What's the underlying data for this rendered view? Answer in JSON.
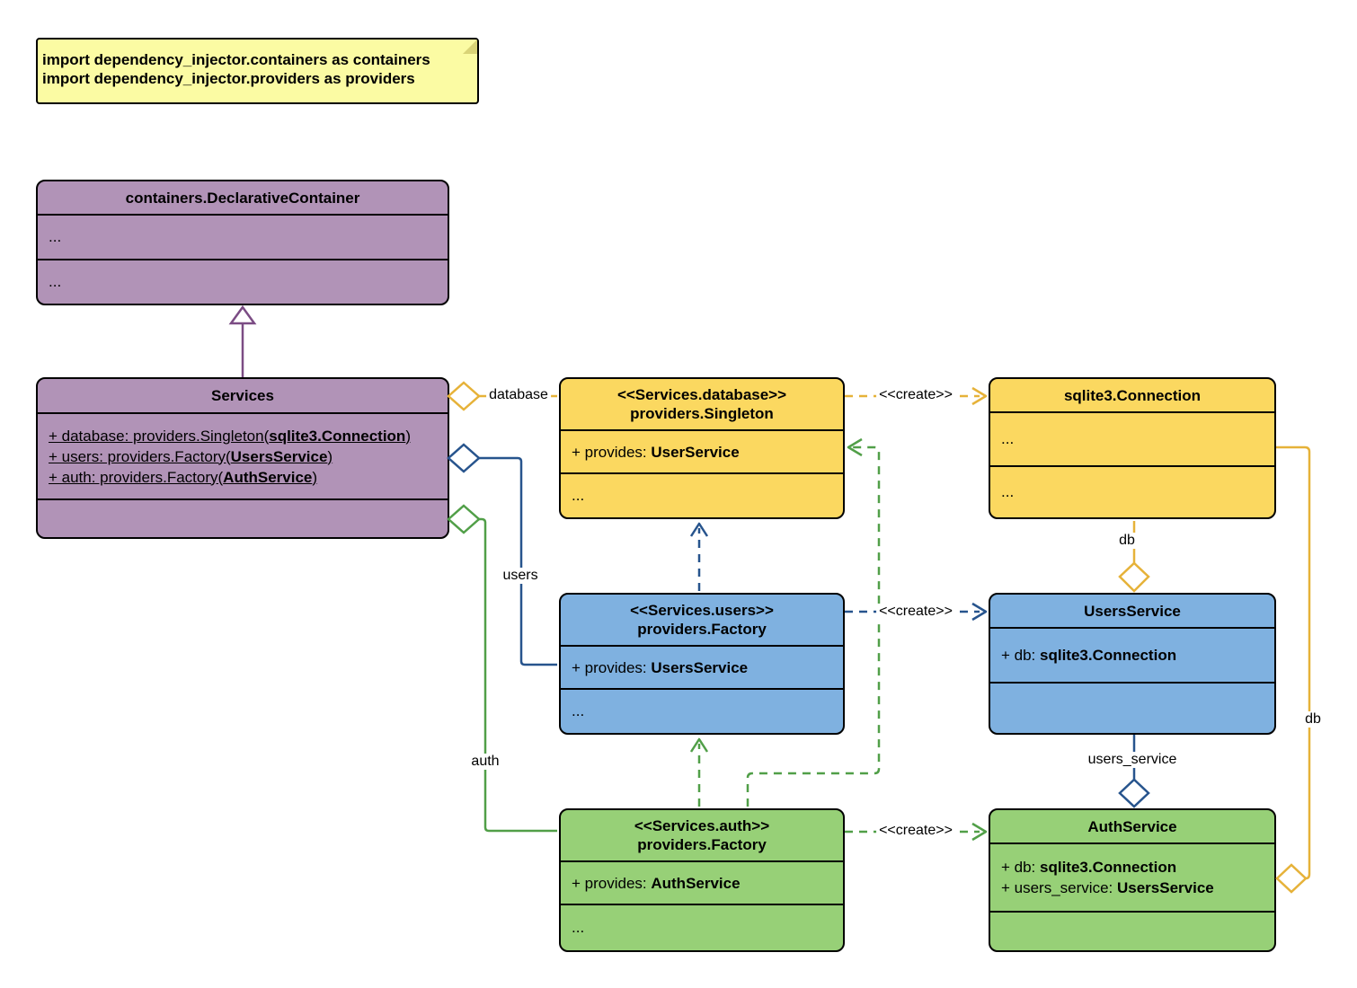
{
  "note": {
    "line1": "import dependency_injector.containers as containers",
    "line2": "import dependency_injector.providers as providers"
  },
  "classes": {
    "declarative_container": {
      "title": "containers.DeclarativeContainer",
      "row1": "...",
      "row2": "..."
    },
    "services": {
      "title": "Services",
      "attributes": [
        {
          "prefix": "+ database: providers.Singleton(",
          "bold": "sqlite3.Connection",
          "suffix": ")"
        },
        {
          "prefix": "+ users: providers.Factory(",
          "bold": "UsersService",
          "suffix": ")"
        },
        {
          "prefix": "+ auth: providers.Factory(",
          "bold": "AuthService",
          "suffix": ")"
        }
      ]
    },
    "database_provider": {
      "stereotype": "<<Services.database>>",
      "title": "providers.Singleton",
      "provides_prefix": "+ provides: ",
      "provides_type": "UserService",
      "more": "..."
    },
    "sqlite_connection": {
      "title": "sqlite3.Connection",
      "row1": "...",
      "row2": "..."
    },
    "users_provider": {
      "stereotype": "<<Services.users>>",
      "title": "providers.Factory",
      "provides_prefix": "+ provides: ",
      "provides_type": "UsersService",
      "more": "..."
    },
    "users_service": {
      "title": "UsersService",
      "attr_prefix": "+ db: ",
      "attr_type": "sqlite3.Connection"
    },
    "auth_provider": {
      "stereotype": "<<Services.auth>>",
      "title": "providers.Factory",
      "provides_prefix": "+ provides: ",
      "provides_type": "AuthService",
      "more": "..."
    },
    "auth_service": {
      "title": "AuthService",
      "attributes": [
        {
          "prefix": "+ db: ",
          "bold": "sqlite3.Connection"
        },
        {
          "prefix": "+ users_service: ",
          "bold": "UsersService"
        }
      ]
    }
  },
  "edge_labels": {
    "database": "database",
    "users": "users",
    "auth": "auth",
    "create": "<<create>>",
    "db_users": "db",
    "users_service": "users_service",
    "db_auth": "db"
  },
  "palette": {
    "purple_fill": "#B193B7",
    "purple_stroke": "#7B4C84",
    "yellow_fill": "#FBD860",
    "gold_stroke": "#E6B239",
    "blue_fill": "#7FB1E0",
    "blue_stroke": "#27548D",
    "green_fill": "#97D077",
    "green_stroke": "#519F48",
    "note_fill": "#FBFBA3"
  }
}
